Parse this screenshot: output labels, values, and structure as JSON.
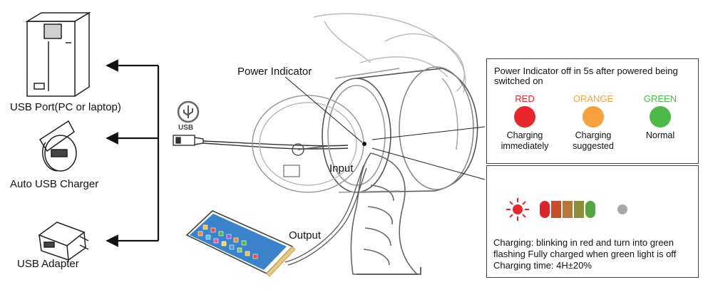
{
  "sources": {
    "pc_label": "USB Port(PC or laptop)",
    "car_label": "Auto USB Charger",
    "adapter_label": "USB Adapter"
  },
  "usb_badge": "USB",
  "labels": {
    "power_indicator": "Power Indicator",
    "input": "Input",
    "output": "Output"
  },
  "indicator_panel": {
    "note": "Power Indicator off in 5s after powered being switched on",
    "states": [
      {
        "name": "RED",
        "color": "#e8262b",
        "desc_line1": "Charging",
        "desc_line2": "immediately"
      },
      {
        "name": "ORANGE",
        "color": "#f7a23c",
        "desc_line1": "Charging",
        "desc_line2": "suggested"
      },
      {
        "name": "GREEN",
        "color": "#4cb948",
        "desc_line1": "Normal",
        "desc_line2": ""
      }
    ]
  },
  "charging_panel": {
    "line1": "Charging: blinking in red and turn into green",
    "line2": "flashing Fully charged when green light is off",
    "line3": "Charging time: 4H±20%",
    "bar_colors": [
      "#d9262b",
      "#c84e2a",
      "#b47a35",
      "#8c8e3a",
      "#55a642"
    ],
    "off_color": "#a8a8a8"
  }
}
